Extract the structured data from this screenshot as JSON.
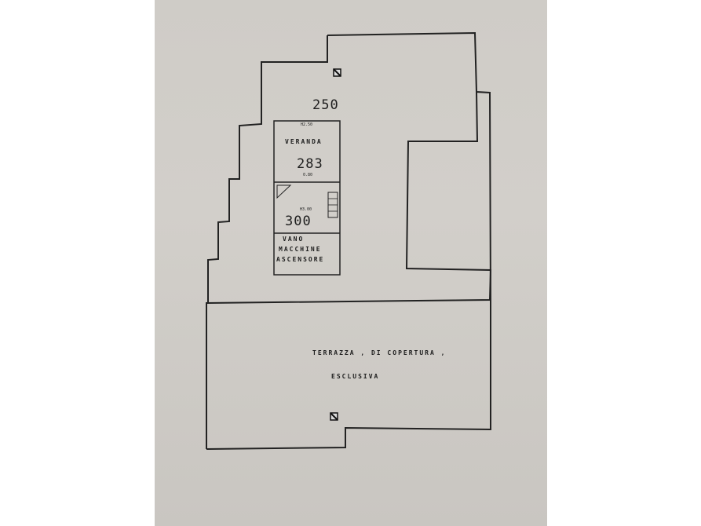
{
  "plan": {
    "type": "floor-plan",
    "rooms": [
      {
        "name": "veranda",
        "label": "VERANDA",
        "height_label": "H2.50",
        "number": "283",
        "sub": "0.80"
      },
      {
        "name": "stair-room",
        "label": "",
        "height_label": "H3.00",
        "number": "300"
      },
      {
        "name": "machine-room",
        "label_lines": [
          "VANO",
          "MACCHINE",
          "ASCENSORE"
        ]
      }
    ],
    "terrace": {
      "label_line1": "TERRAZZA , DI COPERTURA ,",
      "label_line2": "ESCLUSIVA"
    },
    "top_number": "250"
  }
}
